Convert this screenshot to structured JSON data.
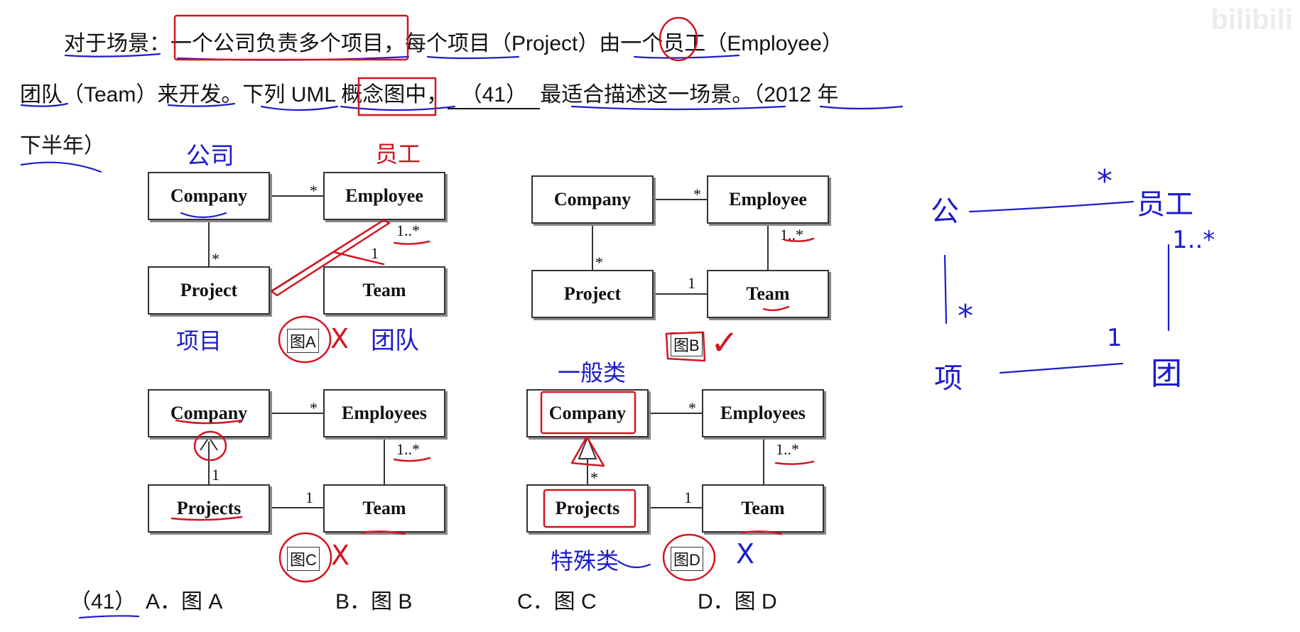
{
  "question": {
    "line1_a": "对于场景：",
    "line1_b": "一个公司负责多个项目",
    "line1_c": "，每个项目（Project）由一个员工（Employee）",
    "line2_a": "团队（Team）来开发。下列 UML 概念图中，",
    "blank": "（41）",
    "line2_b": "最适合描述这一场景。（2012 年",
    "line3": "下半年）"
  },
  "figures": {
    "A": {
      "label": "图A",
      "company": "Company",
      "employee": "Employee",
      "project": "Project",
      "team": "Team",
      "m_ce": "*",
      "m_cp": "*",
      "m_et": "1..*",
      "m_pt": "1"
    },
    "B": {
      "label": "图B",
      "company": "Company",
      "employee": "Employee",
      "project": "Project",
      "team": "Team",
      "m_ce": "*",
      "m_cp": "*",
      "m_et": "1..*",
      "m_pt": "1"
    },
    "C": {
      "label": "图C",
      "company": "Company",
      "employee": "Employees",
      "project": "Projects",
      "team": "Team",
      "m_ce": "*",
      "m_cp": "1",
      "m_et": "1..*",
      "m_pt": "1"
    },
    "D": {
      "label": "图D",
      "company": "Company",
      "employee": "Employees",
      "project": "Projects",
      "team": "Team",
      "m_ce": "*",
      "m_cp": "*",
      "m_et": "1..*",
      "m_pt": "1"
    }
  },
  "options": {
    "num": "（41）",
    "a": "A．图 A",
    "b": "B．图 B",
    "c": "C．图 C",
    "d": "D．图 D"
  },
  "handwriting": {
    "company": "公司",
    "employee": "员工",
    "project": "项目",
    "team": "团队",
    "general": "一般类",
    "special": "特殊类",
    "star": "*",
    "one_star": "1..*",
    "one": "1",
    "right_company": "公",
    "right_employee": "员工",
    "right_project": "项",
    "right_team": "团",
    "mark_x": "X",
    "mark_check": "✓"
  },
  "watermark": "bilibili",
  "colors": {
    "red_ink": "#d4141e",
    "blue_ink": "#1c1ccc"
  }
}
